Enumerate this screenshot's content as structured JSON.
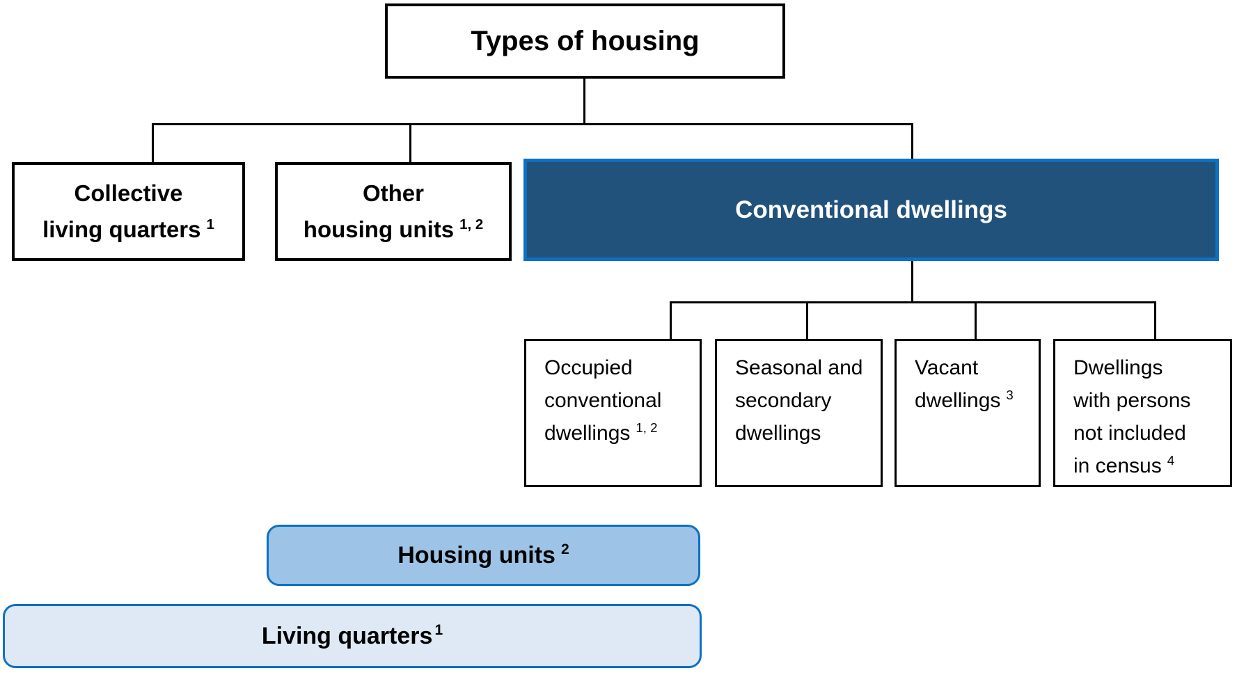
{
  "diagram": {
    "title": "Types of housing",
    "type": "hierarchy-flowchart",
    "colors": {
      "conventional_fill": "#21527C",
      "blue_border": "#0C70C4",
      "housing_units_fill": "#9DC3E6",
      "living_quarters_fill": "#DEE9F5",
      "box_border": "#000000",
      "text": "#000000",
      "conventional_text": "#FFFFFF",
      "background": "#FFFFFF"
    },
    "nodes": {
      "root": {
        "label": "Types of housing"
      },
      "collective": {
        "line1": "Collective",
        "line2": "living quarters",
        "footnote": "1"
      },
      "other": {
        "line1": "Other",
        "line2": "housing units",
        "footnote": "1, 2"
      },
      "conventional": {
        "label": "Conventional dwellings"
      },
      "occupied": {
        "line1": "Occupied",
        "line2": "conventional",
        "line3": "dwellings",
        "footnote": "1, 2"
      },
      "seasonal": {
        "line1": "Seasonal and",
        "line2": "secondary",
        "line3": "dwellings"
      },
      "vacant": {
        "line1": "Vacant",
        "line2": "dwellings",
        "footnote": "3"
      },
      "not_included": {
        "line1": "Dwellings",
        "line2": "with persons",
        "line3": "not included",
        "line4": "in census",
        "footnote": "4"
      },
      "housing_units": {
        "label": "Housing units",
        "footnote": "2"
      },
      "living_quarters": {
        "label": "Living quarters",
        "footnote": "1"
      }
    },
    "hierarchy": {
      "root": "Types of housing",
      "children_of_root": [
        "Collective living quarters 1",
        "Other housing units 1, 2",
        "Conventional dwellings"
      ],
      "children_of_conventional": [
        "Occupied conventional dwellings 1, 2",
        "Seasonal and secondary dwellings",
        "Vacant dwellings 3",
        "Dwellings with persons not included in census 4"
      ],
      "spanning_bands": [
        "Housing units 2",
        "Living quarters 1"
      ]
    }
  }
}
